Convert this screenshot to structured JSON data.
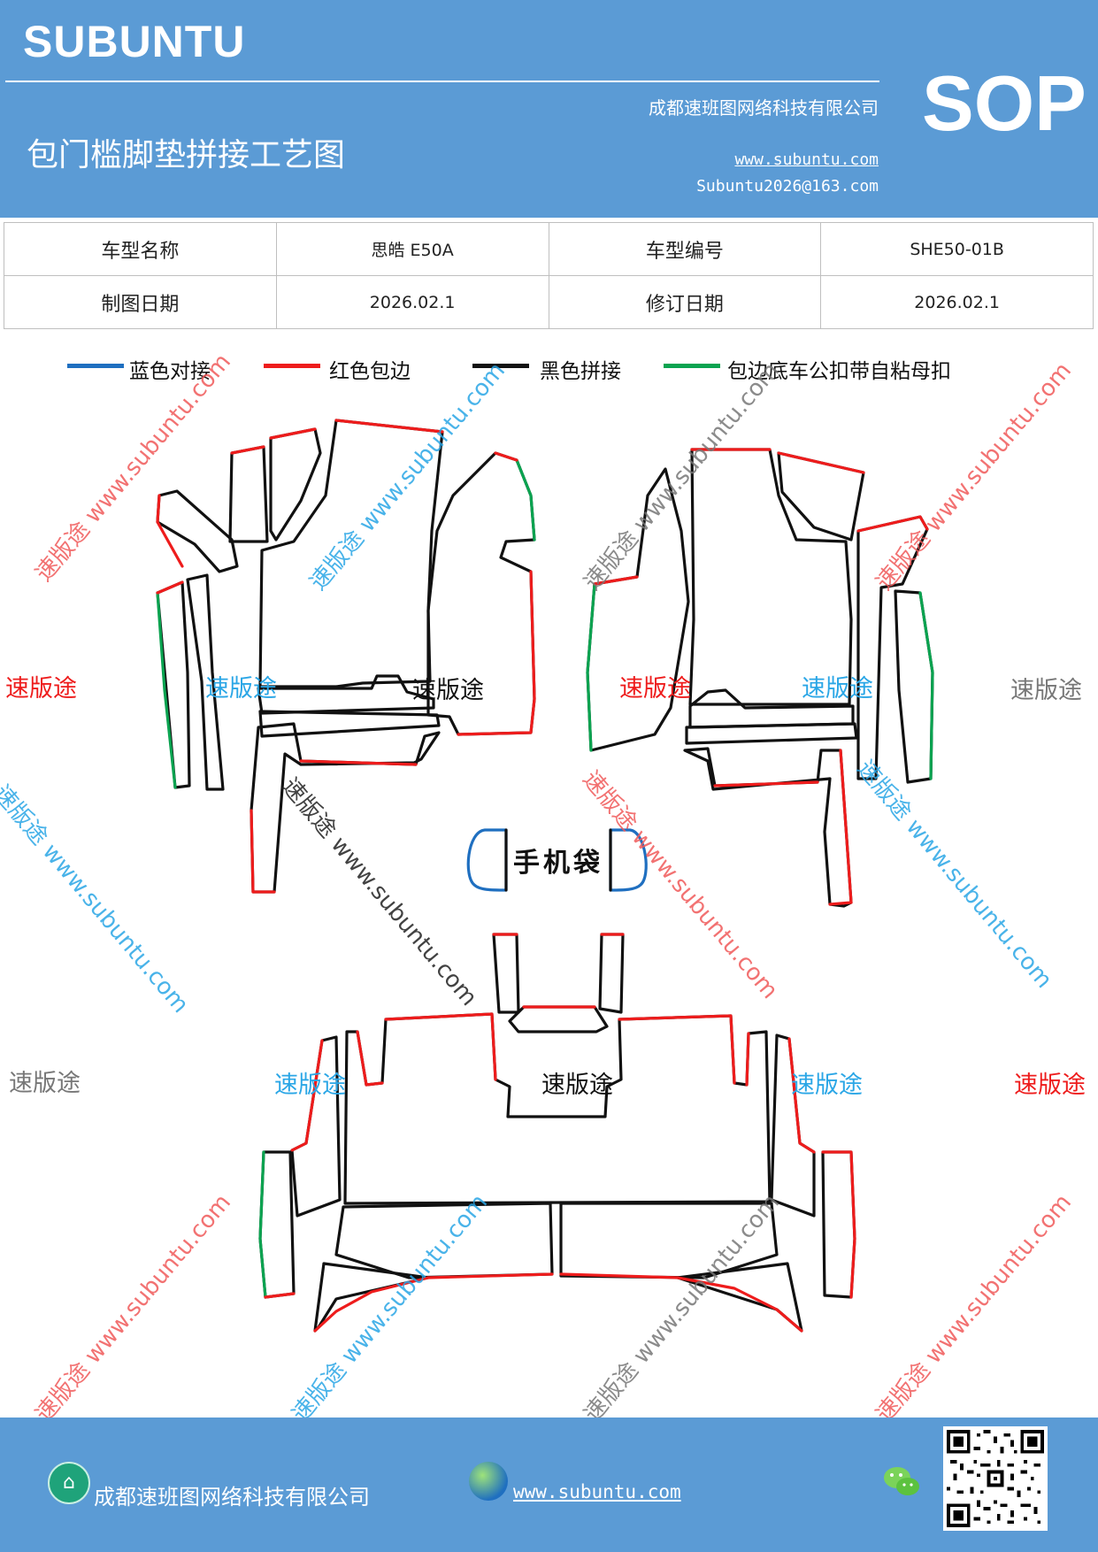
{
  "header": {
    "brand": "SUBUNTU",
    "title": "包门槛脚垫拼接工艺图",
    "company": "成都速班图网络科技有限公司",
    "website": "www.subuntu.com",
    "email": "Subuntu2026@163.com",
    "badge": "SOP"
  },
  "info_table": {
    "rows": [
      [
        "车型名称",
        "思皓 E50A",
        "车型编号",
        "SHE50-01B"
      ],
      [
        "制图日期",
        "2026.02.1",
        "修订日期",
        "2026.02.1"
      ]
    ]
  },
  "legend": [
    {
      "label": "蓝色对接",
      "color": "#1f6fc0"
    },
    {
      "label": "红色包边",
      "color": "#ee1c1c"
    },
    {
      "label": "黑色拼接",
      "color": "#111111"
    },
    {
      "label": "包边底车公扣带自粘母扣",
      "color": "#0aa350"
    }
  ],
  "diagram": {
    "phone_pocket_label": "手机袋",
    "watermark_brand": "速版途",
    "watermark_url": "www.subuntu.com"
  },
  "footer": {
    "company": "成都速班图网络科技有限公司",
    "website": "www.subuntu.com",
    "qr_label": "QR code",
    "icons": [
      "home-icon",
      "globe-icon",
      "wechat-icon"
    ]
  }
}
